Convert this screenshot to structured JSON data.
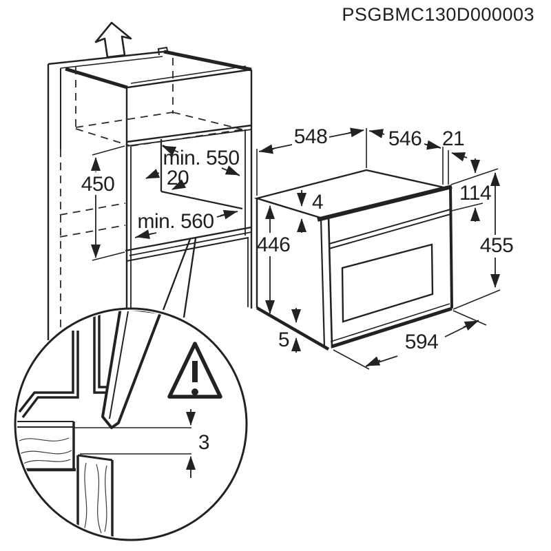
{
  "title": "PSGBMC130D000003",
  "colors": {
    "ink": "#222222",
    "background": "#ffffff"
  },
  "cabinet_view": {
    "niche_height": "450",
    "niche_depth": "min. 550",
    "rear_vent_gap": "20",
    "niche_width": "min. 560",
    "up_arrow_icon": "up-block-arrow"
  },
  "oven_view": {
    "top_depth": "548",
    "top_width": "546",
    "rear_top_offset": "21",
    "front_top_height": "114",
    "top_clearance": "4",
    "body_height": "446",
    "front_height": "455",
    "bottom_clearance": "5",
    "front_width": "594"
  },
  "detail_view": {
    "front_gap": "3",
    "warning_icon": "exclamation-triangle"
  }
}
